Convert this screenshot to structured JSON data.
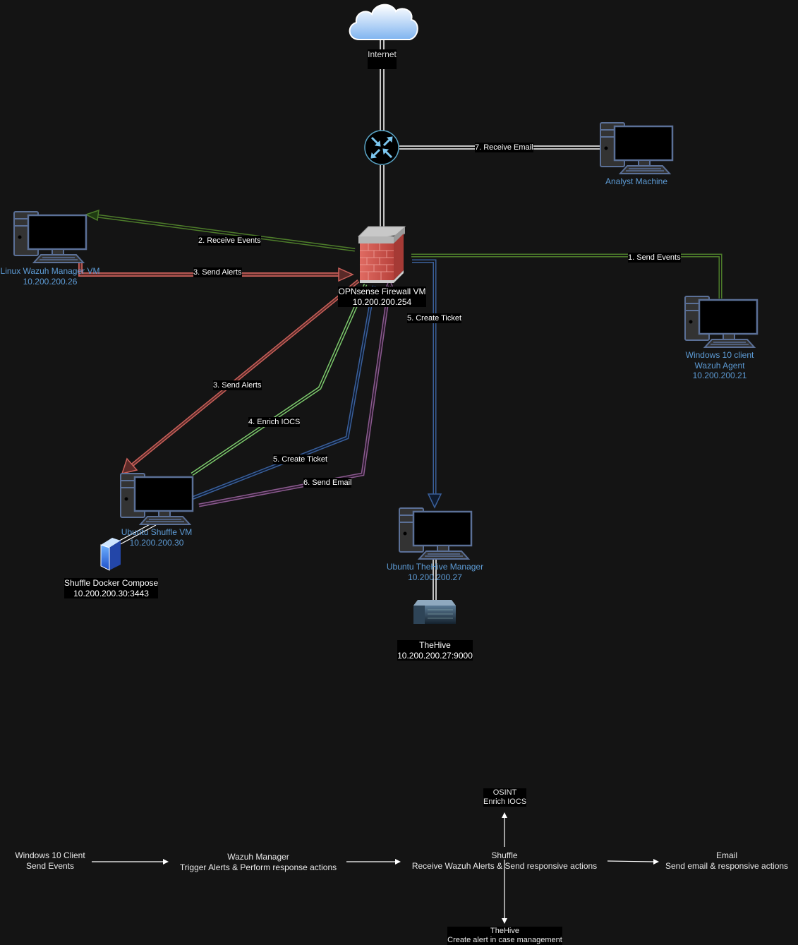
{
  "title": "SOC Automation Lab Network Diagram",
  "colors": {
    "background": "#141414",
    "node_label": "#5d9bd5",
    "edge_internet": "#ffffff",
    "edge_events": "#4d7c2a",
    "edge_alerts": "#c9605a",
    "edge_enrich": "#7bc86b",
    "edge_ticket": "#3a5f9a",
    "edge_email": "#8a5a8e",
    "flow_arrow": "#ffffff"
  },
  "nodes": {
    "internet": {
      "icon": "cloud-icon",
      "label": "Internet"
    },
    "router": {
      "icon": "router-icon"
    },
    "analyst": {
      "icon": "desktop-computer-icon",
      "label": "Analyst Machine"
    },
    "wazuh": {
      "icon": "desktop-computer-icon",
      "label": "Linux Wazuh Manager VM",
      "ip": "10.200.200.26"
    },
    "firewall": {
      "icon": "firewall-icon",
      "label": "OPNsense Firewall VM",
      "ip": "10.200.200.254"
    },
    "windows": {
      "icon": "desktop-computer-icon",
      "label": "Windows 10 client",
      "sublabel": "Wazuh Agent",
      "ip": "10.200.200.21"
    },
    "shuffle": {
      "icon": "desktop-computer-icon",
      "label": "Ubuntu Shuffle VM",
      "ip": "10.200.200.30"
    },
    "docker": {
      "icon": "server-tower-icon",
      "label": "Shuffle Docker Compose",
      "ip": "10.200.200.30:3443"
    },
    "thehive_mgr": {
      "icon": "desktop-computer-icon",
      "label": "Ubuntu TheHive Manager",
      "ip": "10.200.200.27"
    },
    "thehive": {
      "icon": "rack-server-icon",
      "label": "TheHive",
      "ip": "10.200.200.27:9000"
    }
  },
  "edges": [
    {
      "id": "receive-email",
      "label": "7. Receive Email",
      "from": "router",
      "to": "analyst"
    },
    {
      "id": "receive-events",
      "label": "2. Receive Events",
      "from": "firewall",
      "to": "wazuh"
    },
    {
      "id": "send-alerts-wazuh",
      "label": "3. Send Alerts",
      "from": "wazuh",
      "to": "firewall"
    },
    {
      "id": "send-events",
      "label": "1. Send Events",
      "from": "windows",
      "to": "firewall"
    },
    {
      "id": "create-ticket-hive",
      "label": "5. Create Ticket",
      "from": "firewall",
      "to": "thehive_mgr"
    },
    {
      "id": "send-alerts-shuffle",
      "label": "3. Send Alerts",
      "from": "firewall",
      "to": "shuffle"
    },
    {
      "id": "enrich-iocs",
      "label": "4. Enrich IOCS",
      "from": "shuffle",
      "to": "firewall"
    },
    {
      "id": "create-ticket-shuffle",
      "label": "5. Create Ticket",
      "from": "shuffle",
      "to": "firewall"
    },
    {
      "id": "send-email",
      "label": "6. Send Email",
      "from": "shuffle",
      "to": "firewall"
    }
  ],
  "flow": {
    "windows": {
      "title": "Windows 10 Client",
      "desc": "Send Events"
    },
    "wazuh": {
      "title": "Wazuh Manager",
      "desc": "Trigger Alerts & Perform response actions"
    },
    "shuffle": {
      "title": "Shuffle",
      "desc": "Receive Wazuh Alerts & Send responsive actions"
    },
    "email": {
      "title": "Email",
      "desc": "Send email & responsive actions"
    },
    "osint": {
      "title": "OSINT",
      "desc": "Enrich IOCS"
    },
    "thehive": {
      "title": "TheHive",
      "desc": "Create alert in case management"
    }
  }
}
